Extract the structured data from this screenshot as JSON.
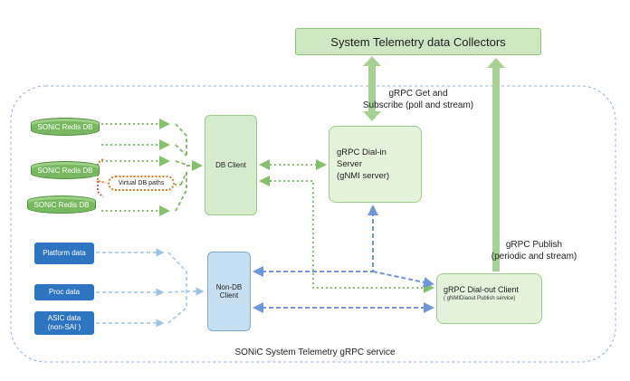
{
  "collector": "System Telemetry data Collectors",
  "redis_dbs": [
    "SONiC Redis DB",
    "SONiC Redis DB",
    "SONiC Redis DB"
  ],
  "virtual_db_paths": "Virtual DB paths",
  "db_client": "DB Client",
  "dial_in_server": "gRPC Dial-in Server\n(gNMI server)",
  "grpc_get": "gRPC Get  and\nSubscribe (poll and stream)",
  "grpc_publish": "gRPC Publish\n(periodic and stream)",
  "dial_out_client": {
    "title": "gRPC Dial-out Client",
    "subtitle": "( gNMIDiaout Publish service)"
  },
  "non_db_client": "Non-DB Client",
  "sources": {
    "platform": "Platform data",
    "proc": "Proc data",
    "asic": "ASIC data\n(non-SAI )"
  },
  "service_label": "SONiC System Telemetry gRPC service",
  "colors": {
    "green": "#78b861",
    "blue": "#2d75c1",
    "orange": "#e07a1f",
    "dashed_blue": "#6f96d6"
  }
}
